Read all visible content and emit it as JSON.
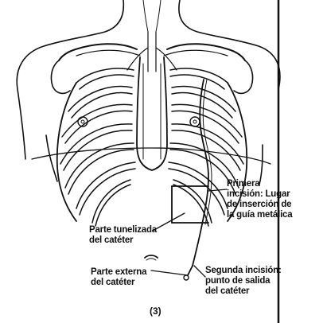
{
  "labels": {
    "first_incision": [
      "Primera",
      "incisión: Lugar",
      "de inserción de",
      "la guía metálica"
    ],
    "tunneled_part": [
      "Parte tunelizada",
      "del catéter"
    ],
    "external_part": [
      "Parte externa",
      "del catéter"
    ],
    "second_incision": [
      "Segunda incisión:",
      "punto de salida",
      "del catéter"
    ]
  },
  "figure_number": "(3)"
}
